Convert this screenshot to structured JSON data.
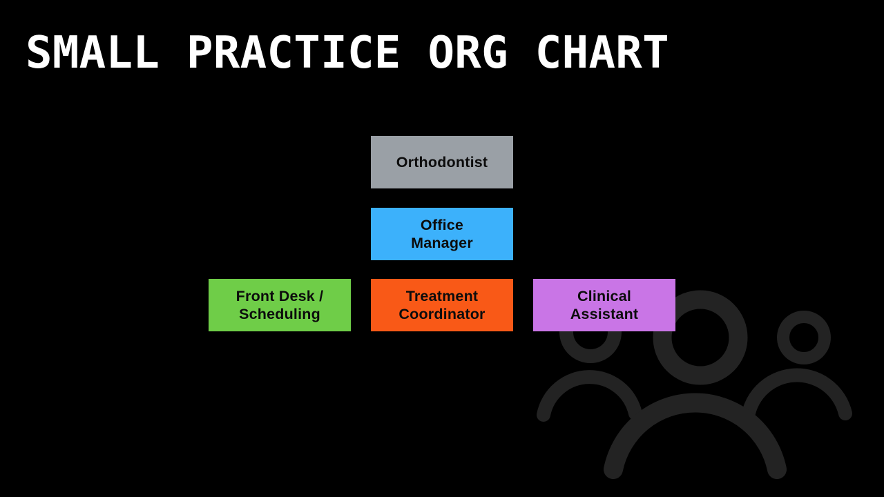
{
  "title": "SMALL PRACTICE ORG CHART",
  "colors": {
    "background": "#000000",
    "title_text": "#FFFFFF",
    "box_text": "#0C0C0C",
    "icon_stroke": "#232323"
  },
  "org_chart": {
    "boxes": {
      "orthodontist": {
        "label": "Orthodontist",
        "color": "#9AA0A6",
        "level": 1
      },
      "office_manager": {
        "label": "Office\nManager",
        "color": "#3CB1FB",
        "level": 2
      },
      "front_desk": {
        "label": "Front Desk /\nScheduling",
        "color": "#6FCD48",
        "level": 3
      },
      "treatment_coordinator": {
        "label": "Treatment\nCoordinator",
        "color": "#F95917",
        "level": 3
      },
      "clinical_assistant": {
        "label": "Clinical\nAssistant",
        "color": "#C975E6",
        "level": 3
      }
    }
  },
  "icon": {
    "name": "team-people-icon",
    "stroke": "#232323"
  }
}
